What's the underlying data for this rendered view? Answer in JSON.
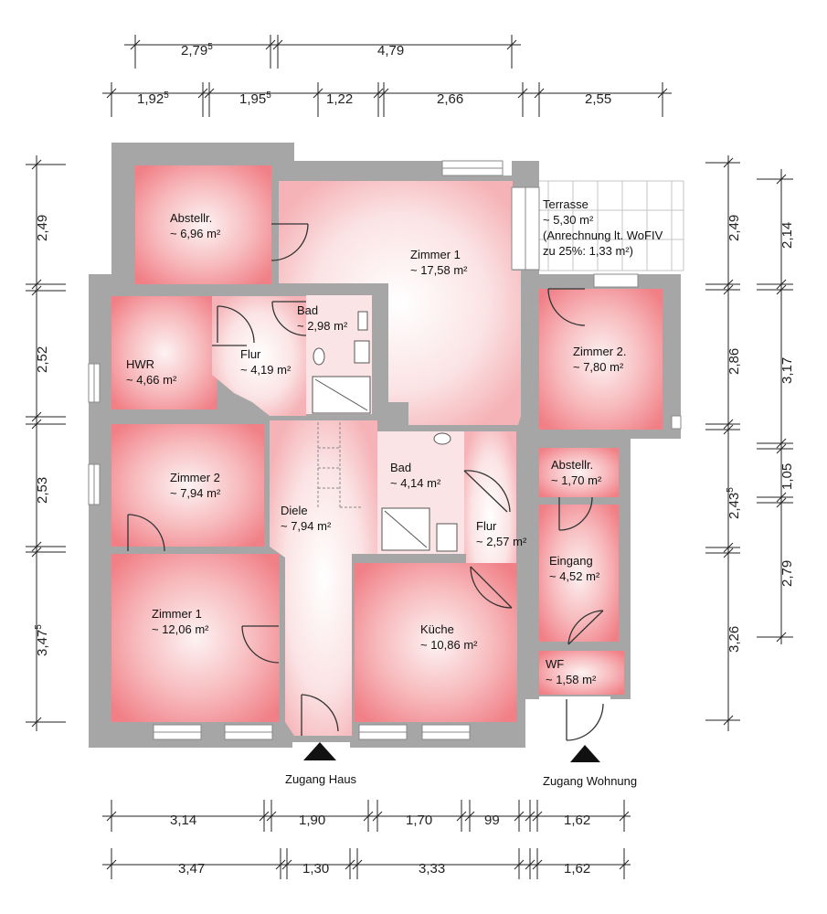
{
  "rooms": {
    "abstellr_top": {
      "name": "Abstellr.",
      "area": "~ 6,96 m²"
    },
    "zimmer1_top": {
      "name": "Zimmer 1",
      "area": "~ 17,58 m²"
    },
    "terrasse": {
      "name": "Terrasse",
      "area": "~ 5,30 m²",
      "note1": "(Anrechnung lt. WoFIV",
      "note2": "zu 25%: 1,33 m²)"
    },
    "bad_top": {
      "name": "Bad",
      "area": "~ 2,98 m²"
    },
    "hwr": {
      "name": "HWR",
      "area": "~ 4,66 m²"
    },
    "flur_top": {
      "name": "Flur",
      "area": "~ 4,19 m²"
    },
    "zimmer2_right": {
      "name": "Zimmer 2.",
      "area": "~ 7,80 m²"
    },
    "zimmer2_left": {
      "name": "Zimmer 2",
      "area": "~ 7,94 m²"
    },
    "bad_mid": {
      "name": "Bad",
      "area": "~ 4,14 m²"
    },
    "abstellr_right": {
      "name": "Abstellr.",
      "area": "~ 1,70 m²"
    },
    "diele": {
      "name": "Diele",
      "area": "~ 7,94 m²"
    },
    "flur_mid": {
      "name": "Flur",
      "area": "~ 2,57 m²"
    },
    "eingang": {
      "name": "Eingang",
      "area": "~ 4,52 m²"
    },
    "zimmer1_left": {
      "name": "Zimmer 1",
      "area": "~ 12,06 m²"
    },
    "kueche": {
      "name": "Küche",
      "area": "~ 10,86 m²"
    },
    "wf": {
      "name": "WF",
      "area": "~ 1,58 m²"
    }
  },
  "entrances": {
    "haus": "Zugang Haus",
    "wohnung": "Zugang Wohnung"
  },
  "dimensions": {
    "top_row1": [
      {
        "main": "2,79",
        "sup": "5"
      },
      {
        "main": "4,79",
        "sup": ""
      }
    ],
    "top_row2": [
      {
        "main": "1,92",
        "sup": "5"
      },
      {
        "main": "1,95",
        "sup": "5"
      },
      {
        "main": "1,22",
        "sup": ""
      },
      {
        "main": "2,66",
        "sup": ""
      },
      {
        "main": "2,55",
        "sup": ""
      }
    ],
    "bottom_row1": [
      "3,14",
      "1,90",
      "1,70",
      "99",
      "1,62"
    ],
    "bottom_row2": [
      "3,47",
      "1,30",
      "3,33",
      "1,62"
    ],
    "left": [
      {
        "main": "2,49",
        "sup": ""
      },
      {
        "main": "2,52",
        "sup": ""
      },
      {
        "main": "2,53",
        "sup": ""
      },
      {
        "main": "3,47",
        "sup": "5"
      }
    ],
    "right_inner": [
      {
        "main": "2,49",
        "sup": ""
      },
      {
        "main": "2,86",
        "sup": ""
      },
      {
        "main": "2,43",
        "sup": "5"
      },
      {
        "main": "3,26",
        "sup": ""
      }
    ],
    "right_outer": [
      {
        "main": "2,14",
        "sup": ""
      },
      {
        "main": "3,17",
        "sup": ""
      },
      {
        "main": "1,05",
        "sup": ""
      },
      {
        "main": "2,79",
        "sup": ""
      }
    ]
  },
  "colors": {
    "wall": "#a6a6a6",
    "room_center": "#fdf3f3",
    "room_edge": "#f28a8f",
    "dim_line": "#222222"
  }
}
